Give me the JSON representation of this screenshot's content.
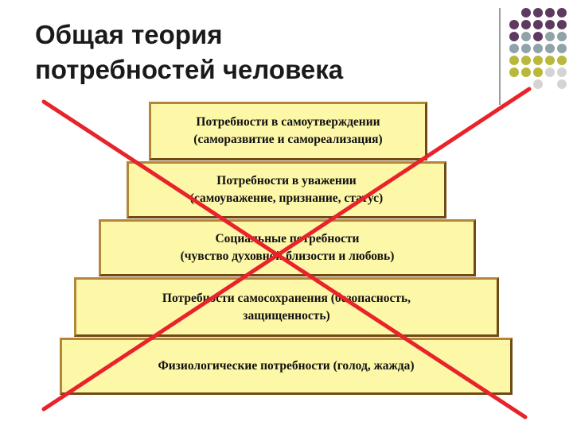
{
  "title": {
    "line1": "Общая теория",
    "line2": "потребностей человека"
  },
  "pyramid": {
    "levels": [
      {
        "line1": "Потребности в самоутверждении",
        "line2": "(саморазвитие и самореализация)"
      },
      {
        "line1": "Потребности в уважении",
        "line2": "(самоуважение, признание, статус)"
      },
      {
        "line1": "Социальные потребности",
        "line2": "(чувство духовной близости и любовь)"
      },
      {
        "line1": "Потребности самосохранения (безопасность,",
        "line2": "защищенность)"
      },
      {
        "line1": "Физиологические потребности (голод, жажда)"
      }
    ]
  },
  "colors": {
    "step_fill": "#fdf7a8",
    "cross": "#e8232a",
    "dot_purple": "#5e3a60",
    "dot_gray": "#8fa3a8",
    "dot_olive": "#b8b83c",
    "dot_light": "#d4d4d4"
  },
  "decoration": {
    "dot_grid": [
      [
        "",
        "purple",
        "purple",
        "purple",
        "purple"
      ],
      [
        "purple",
        "purple",
        "purple",
        "purple",
        "purple"
      ],
      [
        "purple",
        "gray",
        "purple",
        "gray",
        "gray"
      ],
      [
        "gray",
        "gray",
        "gray",
        "gray",
        "gray"
      ],
      [
        "olive",
        "olive",
        "olive",
        "olive",
        "olive"
      ],
      [
        "olive",
        "olive",
        "olive",
        "light",
        "light"
      ],
      [
        "",
        "",
        "light",
        "",
        "light"
      ]
    ]
  }
}
